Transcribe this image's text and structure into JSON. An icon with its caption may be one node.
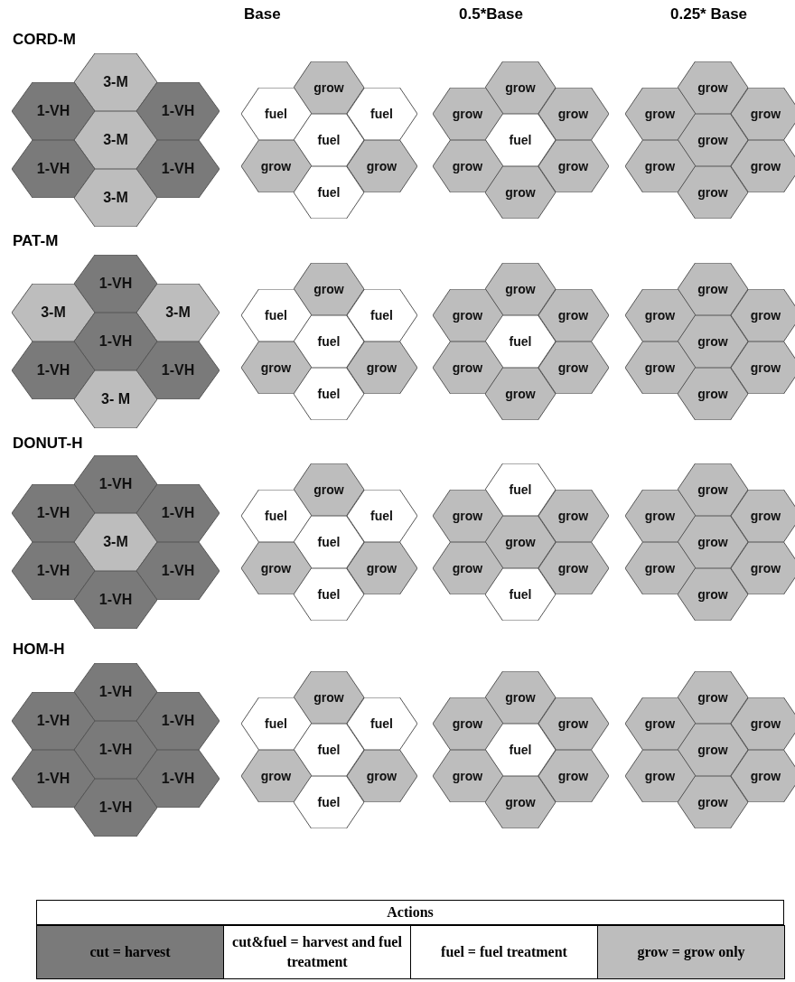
{
  "diagram": {
    "nodes": [
      {
        "text": [
          "3-M"
        ]
      },
      {
        "text": [
          "1-VH"
        ]
      },
      {
        "text": [
          "1-VH"
        ]
      },
      {
        "text": [
          "3-M"
        ]
      },
      {
        "text": [
          "1-VH"
        ]
      },
      {
        "text": [
          "1-VH"
        ]
      },
      {
        "text": [
          "3-M"
        ]
      },
      {
        "text": [
          "grow"
        ]
      },
      {
        "text": [
          "fuel"
        ]
      },
      {
        "text": [
          "fuel"
        ]
      },
      {
        "text": [
          "fuel"
        ]
      },
      {
        "text": [
          "grow"
        ]
      },
      {
        "text": [
          "grow"
        ]
      },
      {
        "text": [
          "fuel"
        ]
      },
      {
        "text": [
          "grow"
        ]
      },
      {
        "text": [
          "grow"
        ]
      },
      {
        "text": [
          "grow"
        ]
      },
      {
        "text": [
          "fuel"
        ]
      },
      {
        "text": [
          "grow"
        ]
      },
      {
        "text": [
          "grow"
        ]
      },
      {
        "text": [
          "grow"
        ]
      },
      {
        "text": [
          "grow"
        ]
      },
      {
        "text": [
          "grow"
        ]
      },
      {
        "text": [
          "grow"
        ]
      },
      {
        "text": [
          "grow"
        ]
      },
      {
        "text": [
          "grow"
        ]
      },
      {
        "text": [
          "grow"
        ]
      },
      {
        "text": [
          "grow"
        ]
      },
      {
        "text": [
          "1-VH"
        ]
      },
      {
        "text": [
          "3-M"
        ]
      },
      {
        "text": [
          "3-M"
        ]
      },
      {
        "text": [
          "1-VH"
        ]
      },
      {
        "text": [
          "1-VH"
        ]
      },
      {
        "text": [
          "1-VH"
        ]
      },
      {
        "text": [
          "3- M"
        ]
      },
      {
        "text": [
          "grow"
        ]
      },
      {
        "text": [
          "fuel"
        ]
      },
      {
        "text": [
          "fuel"
        ]
      },
      {
        "text": [
          "fuel"
        ]
      },
      {
        "text": [
          "grow"
        ]
      },
      {
        "text": [
          "grow"
        ]
      },
      {
        "text": [
          "fuel"
        ]
      },
      {
        "text": [
          "grow"
        ]
      },
      {
        "text": [
          "grow"
        ]
      },
      {
        "text": [
          "grow"
        ]
      },
      {
        "text": [
          "fuel"
        ]
      },
      {
        "text": [
          "grow"
        ]
      },
      {
        "text": [
          "grow"
        ]
      },
      {
        "text": [
          "grow"
        ]
      },
      {
        "text": [
          "grow"
        ]
      },
      {
        "text": [
          "grow"
        ]
      },
      {
        "text": [
          "grow"
        ]
      },
      {
        "text": [
          "grow"
        ]
      },
      {
        "text": [
          "grow"
        ]
      },
      {
        "text": [
          "grow"
        ]
      },
      {
        "text": [
          "grow"
        ]
      },
      {
        "text": [
          "1-VH"
        ]
      },
      {
        "text": [
          "1-VH"
        ]
      },
      {
        "text": [
          "1-VH"
        ]
      },
      {
        "text": [
          "3-M"
        ]
      },
      {
        "text": [
          "1-VH"
        ]
      },
      {
        "text": [
          "1-VH"
        ]
      },
      {
        "text": [
          "1-VH"
        ]
      },
      {
        "text": [
          "grow"
        ]
      },
      {
        "text": [
          "fuel"
        ]
      },
      {
        "text": [
          "fuel"
        ]
      },
      {
        "text": [
          "fuel"
        ]
      },
      {
        "text": [
          "grow"
        ]
      },
      {
        "text": [
          "grow"
        ]
      },
      {
        "text": [
          "fuel"
        ]
      },
      {
        "text": [
          "fuel"
        ]
      },
      {
        "text": [
          "grow"
        ]
      },
      {
        "text": [
          "grow"
        ]
      },
      {
        "text": [
          "grow"
        ]
      },
      {
        "text": [
          "grow"
        ]
      },
      {
        "text": [
          "grow"
        ]
      },
      {
        "text": [
          "fuel"
        ]
      },
      {
        "text": [
          "grow"
        ]
      },
      {
        "text": [
          "grow"
        ]
      },
      {
        "text": [
          "grow"
        ]
      },
      {
        "text": [
          "grow"
        ]
      },
      {
        "text": [
          "grow"
        ]
      },
      {
        "text": [
          "grow"
        ]
      },
      {
        "text": [
          "grow"
        ]
      },
      {
        "text": [
          "1-VH"
        ]
      },
      {
        "text": [
          "1-VH"
        ]
      },
      {
        "text": [
          "1-VH"
        ]
      },
      {
        "text": [
          "1-VH"
        ]
      },
      {
        "text": [
          "1-VH"
        ]
      },
      {
        "text": [
          "1-VH"
        ]
      },
      {
        "text": [
          "1-VH"
        ]
      },
      {
        "text": [
          "grow"
        ]
      },
      {
        "text": [
          "fuel"
        ]
      },
      {
        "text": [
          "fuel"
        ]
      },
      {
        "text": [
          "fuel"
        ]
      },
      {
        "text": [
          "grow"
        ]
      },
      {
        "text": [
          "grow"
        ]
      },
      {
        "text": [
          "fuel"
        ]
      },
      {
        "text": [
          "grow"
        ]
      },
      {
        "text": [
          "grow"
        ]
      },
      {
        "text": [
          "grow"
        ]
      },
      {
        "text": [
          "fuel"
        ]
      },
      {
        "text": [
          "grow"
        ]
      },
      {
        "text": [
          "grow"
        ]
      },
      {
        "text": [
          "grow"
        ]
      },
      {
        "text": [
          "grow"
        ]
      },
      {
        "text": [
          "grow"
        ]
      },
      {
        "text": [
          "grow"
        ]
      },
      {
        "text": [
          "grow"
        ]
      },
      {
        "text": [
          "grow"
        ]
      },
      {
        "text": [
          "grow"
        ]
      },
      {
        "text": [
          "grow"
        ]
      }
    ],
    "labels": [
      "Base",
      "0.5*Base",
      "0.25* Base",
      "CORD-M",
      "PAT-M",
      "DONUT-H",
      "HOM-H",
      "Actions"
    ],
    "legend": [
      {
        "text": "cut = harvest",
        "color": "#7a7a7a"
      },
      {
        "text": "cut&fuel = harvest and fuel treatment",
        "color": "#ffffff"
      },
      {
        "text": "fuel = fuel treatment",
        "color": "#ffffff"
      },
      {
        "text": "grow = grow only",
        "color": "#bdbdbd"
      }
    ]
  }
}
